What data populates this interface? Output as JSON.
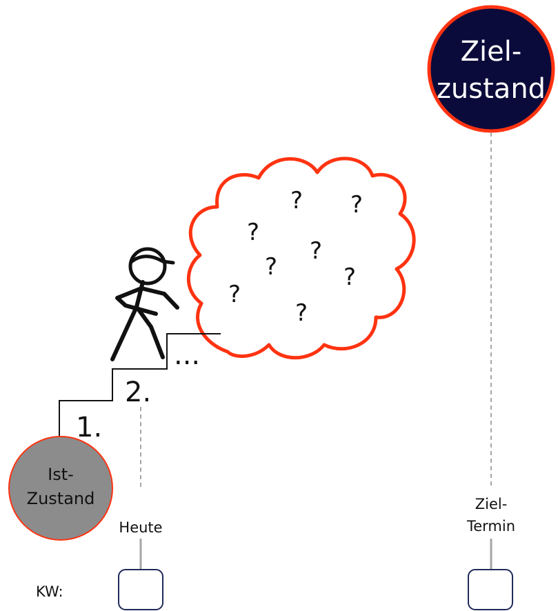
{
  "target": {
    "line1": "Ziel-",
    "line2": "zustand"
  },
  "current": {
    "line1": "Ist-",
    "line2": "Zustand"
  },
  "steps": {
    "first": "1.",
    "second": "2.",
    "more": "..."
  },
  "thought_cloud": {
    "marks": [
      "?",
      "?",
      "?",
      "?",
      "?",
      "?",
      "?",
      "?"
    ]
  },
  "timeline": {
    "today_label": "Heute",
    "deadline_line1": "Ziel-",
    "deadline_line2": "Termin",
    "week_label": "KW:",
    "week_today": "",
    "week_deadline": ""
  },
  "colors": {
    "accent_red": "#ff3311",
    "target_fill": "#0b0b3b",
    "current_fill": "#8c8c8c",
    "guide_line": "#a6a6a6",
    "week_box_border": "#1f2a5a"
  }
}
